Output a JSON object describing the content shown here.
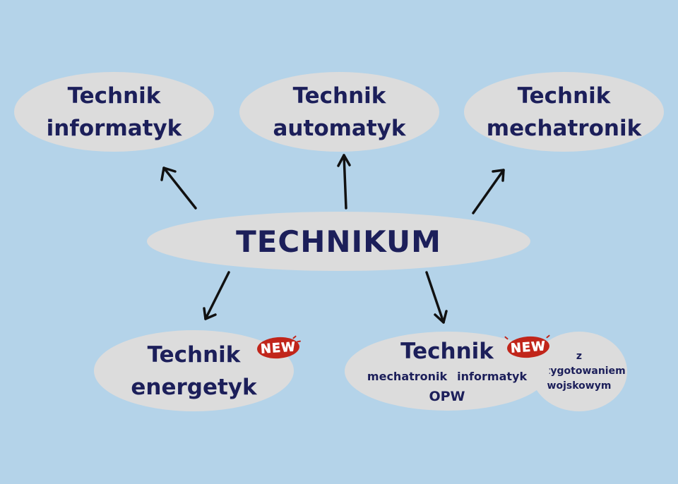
{
  "nodes": {
    "informatyk": {
      "line1": "Technik",
      "line2": "informatyk"
    },
    "automatyk": {
      "line1": "Technik",
      "line2": "automatyk"
    },
    "mechatronik": {
      "line1": "Technik",
      "line2": "mechatronik"
    },
    "center": {
      "label": "TECHNIKUM"
    },
    "energetyk": {
      "line1": "Technik",
      "line2": "energetyk"
    },
    "bottom_right": {
      "title": "Technik",
      "sub1": "mechatronik",
      "sub2": "informatyk",
      "sub3": "OPW"
    },
    "military": {
      "line1": "z",
      "line2": "przygotowaniem",
      "line3": "wojskowym"
    }
  },
  "badges": {
    "new1": "NEW",
    "new2": "NEW"
  },
  "colors": {
    "background": "#b4d3e9",
    "node": "#dcdcdc",
    "text": "#1c1f5a",
    "badge": "#c1251a",
    "arrow": "#111111"
  },
  "edges": [
    {
      "from": "center",
      "to": "informatyk"
    },
    {
      "from": "center",
      "to": "automatyk"
    },
    {
      "from": "center",
      "to": "mechatronik"
    },
    {
      "from": "center",
      "to": "energetyk"
    },
    {
      "from": "center",
      "to": "bottom_right"
    }
  ]
}
